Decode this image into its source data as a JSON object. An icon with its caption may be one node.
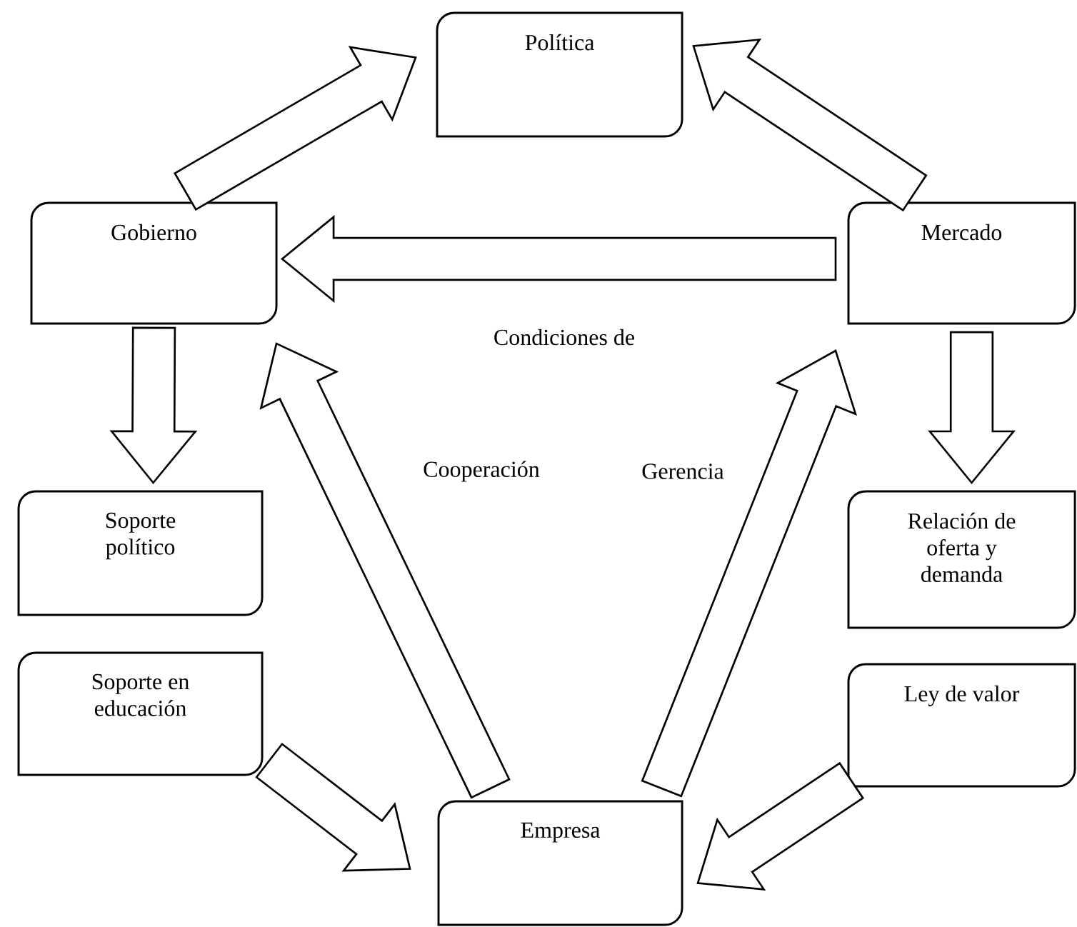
{
  "diagram": {
    "nodes": [
      {
        "text": [
          "Política"
        ]
      },
      {
        "text": [
          "Gobierno"
        ]
      },
      {
        "text": [
          "Mercado"
        ]
      },
      {
        "text": [
          "Soporte político"
        ]
      },
      {
        "text": [
          "Relación de oferta y demanda"
        ]
      },
      {
        "text": [
          "Soporte en educación"
        ]
      },
      {
        "text": [
          "Ley de valor"
        ]
      },
      {
        "text": [
          "Empresa"
        ]
      }
    ],
    "edges": [
      {
        "from": 1,
        "to": 0,
        "arrow": "to"
      },
      {
        "from": 2,
        "to": 0,
        "arrow": "to"
      },
      {
        "from": 2,
        "to": 1,
        "arrow": "to"
      },
      {
        "from": 1,
        "to": 3,
        "arrow": "to"
      },
      {
        "from": 2,
        "to": 4,
        "arrow": "to"
      },
      {
        "from": 5,
        "to": 7,
        "arrow": "to"
      },
      {
        "from": 6,
        "to": 7,
        "arrow": "to"
      },
      {
        "from": 7,
        "to": 1,
        "arrow": "to"
      },
      {
        "from": 7,
        "to": 2,
        "arrow": "to"
      }
    ],
    "labels": [
      "Condiciones de",
      "Cooperación",
      "Gerencia"
    ]
  }
}
